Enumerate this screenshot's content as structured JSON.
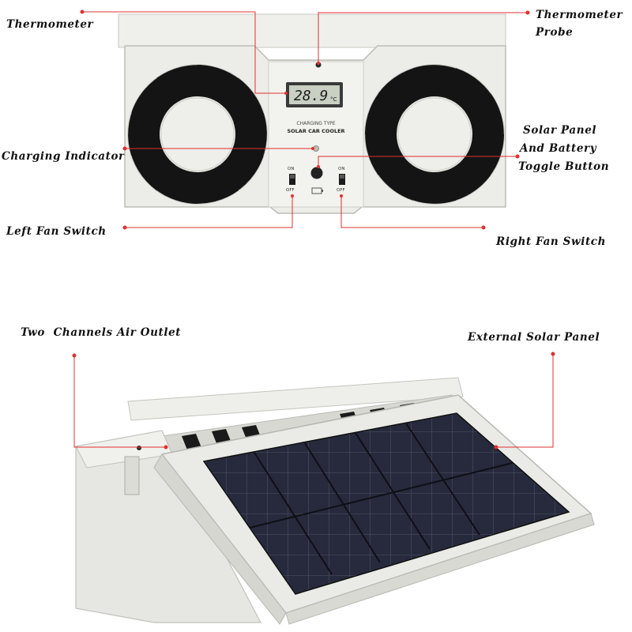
{
  "top": {
    "labels": {
      "thermometer": "Thermometer",
      "probe_line1": "Thermometer",
      "probe_line2": "Probe",
      "solar_line1": "Solar Panel",
      "solar_line2": "And Battery",
      "solar_line3": "Toggle Button",
      "charging": "Charging Indicator",
      "left_fan": "Left Fan Switch",
      "right_fan": "Right Fan Switch"
    },
    "device": {
      "display_value": "28.9",
      "display_unit": "°C",
      "brand_line1": "CHARGING TYPE",
      "brand_line2": "SOLAR CAR COOLER",
      "switch_on": "ON",
      "switch_off": "OFF"
    }
  },
  "bottom": {
    "labels": {
      "air_outlet": "Two  Channels Air Outlet",
      "solar_panel": "External Solar Panel"
    }
  },
  "colors": {
    "annotation_line": "#e03030",
    "device_body": "#e9e9e5",
    "fan_blade": "#141414",
    "solar_cell": "#24283a"
  }
}
